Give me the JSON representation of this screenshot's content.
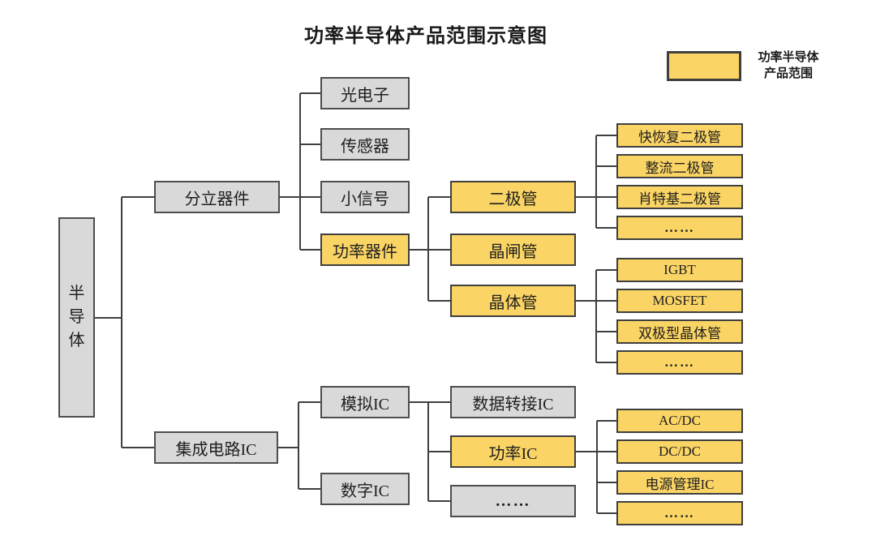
{
  "title": "功率半导体产品范围示意图",
  "legend": {
    "line1": "功率半导体",
    "line2": "产品范围"
  },
  "colors": {
    "highlight_fill": "#FAD464",
    "highlight_border": "#3F3F3F",
    "default_fill": "#D9D9D9",
    "default_border": "#4D4D4D",
    "line_color": "#3F3F3F",
    "text_color": "#1F1F1F"
  },
  "tree": {
    "root": {
      "label": "半导体",
      "highlighted": false,
      "children": [
        {
          "label": "分立器件",
          "highlighted": false,
          "children": [
            {
              "label": "光电子",
              "highlighted": false
            },
            {
              "label": "传感器",
              "highlighted": false
            },
            {
              "label": "小信号",
              "highlighted": false
            },
            {
              "label": "功率器件",
              "highlighted": true,
              "children": [
                {
                  "label": "二极管",
                  "highlighted": true,
                  "children": [
                    {
                      "label": "快恢复二极管",
                      "highlighted": true
                    },
                    {
                      "label": "整流二极管",
                      "highlighted": true
                    },
                    {
                      "label": "肖特基二极管",
                      "highlighted": true
                    },
                    {
                      "label": "……",
                      "highlighted": true
                    }
                  ]
                },
                {
                  "label": "晶闸管",
                  "highlighted": true
                },
                {
                  "label": "晶体管",
                  "highlighted": true,
                  "children": [
                    {
                      "label": "IGBT",
                      "highlighted": true
                    },
                    {
                      "label": "MOSFET",
                      "highlighted": true
                    },
                    {
                      "label": "双极型晶体管",
                      "highlighted": true
                    },
                    {
                      "label": "……",
                      "highlighted": true
                    }
                  ]
                }
              ]
            }
          ]
        },
        {
          "label": "集成电路IC",
          "highlighted": false,
          "children": [
            {
              "label": "模拟IC",
              "highlighted": false,
              "children": [
                {
                  "label": "数据转接IC",
                  "highlighted": false
                },
                {
                  "label": "功率IC",
                  "highlighted": true,
                  "children": [
                    {
                      "label": "AC/DC",
                      "highlighted": true
                    },
                    {
                      "label": "DC/DC",
                      "highlighted": true
                    },
                    {
                      "label": "电源管理IC",
                      "highlighted": true
                    },
                    {
                      "label": "……",
                      "highlighted": true
                    }
                  ]
                },
                {
                  "label": "……",
                  "highlighted": false
                }
              ]
            },
            {
              "label": "数字IC",
              "highlighted": false
            }
          ]
        }
      ]
    }
  }
}
